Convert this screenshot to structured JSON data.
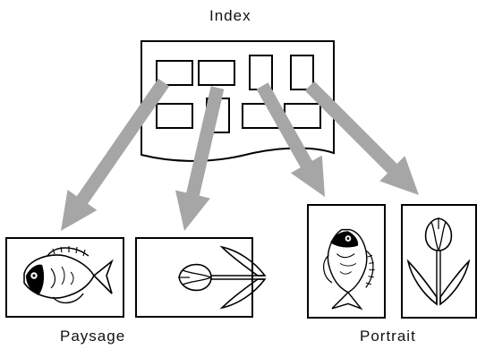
{
  "labels": {
    "index": "Index",
    "landscape": "Paysage",
    "portrait": "Portrait"
  },
  "icons": {
    "index_sheet": "index-sheet-icon",
    "fish": "fish-icon",
    "flower": "tulip-icon",
    "arrow": "arrow-icon"
  },
  "colors": {
    "arrow": "#a6a6a6",
    "line": "#000000",
    "background": "#ffffff"
  }
}
